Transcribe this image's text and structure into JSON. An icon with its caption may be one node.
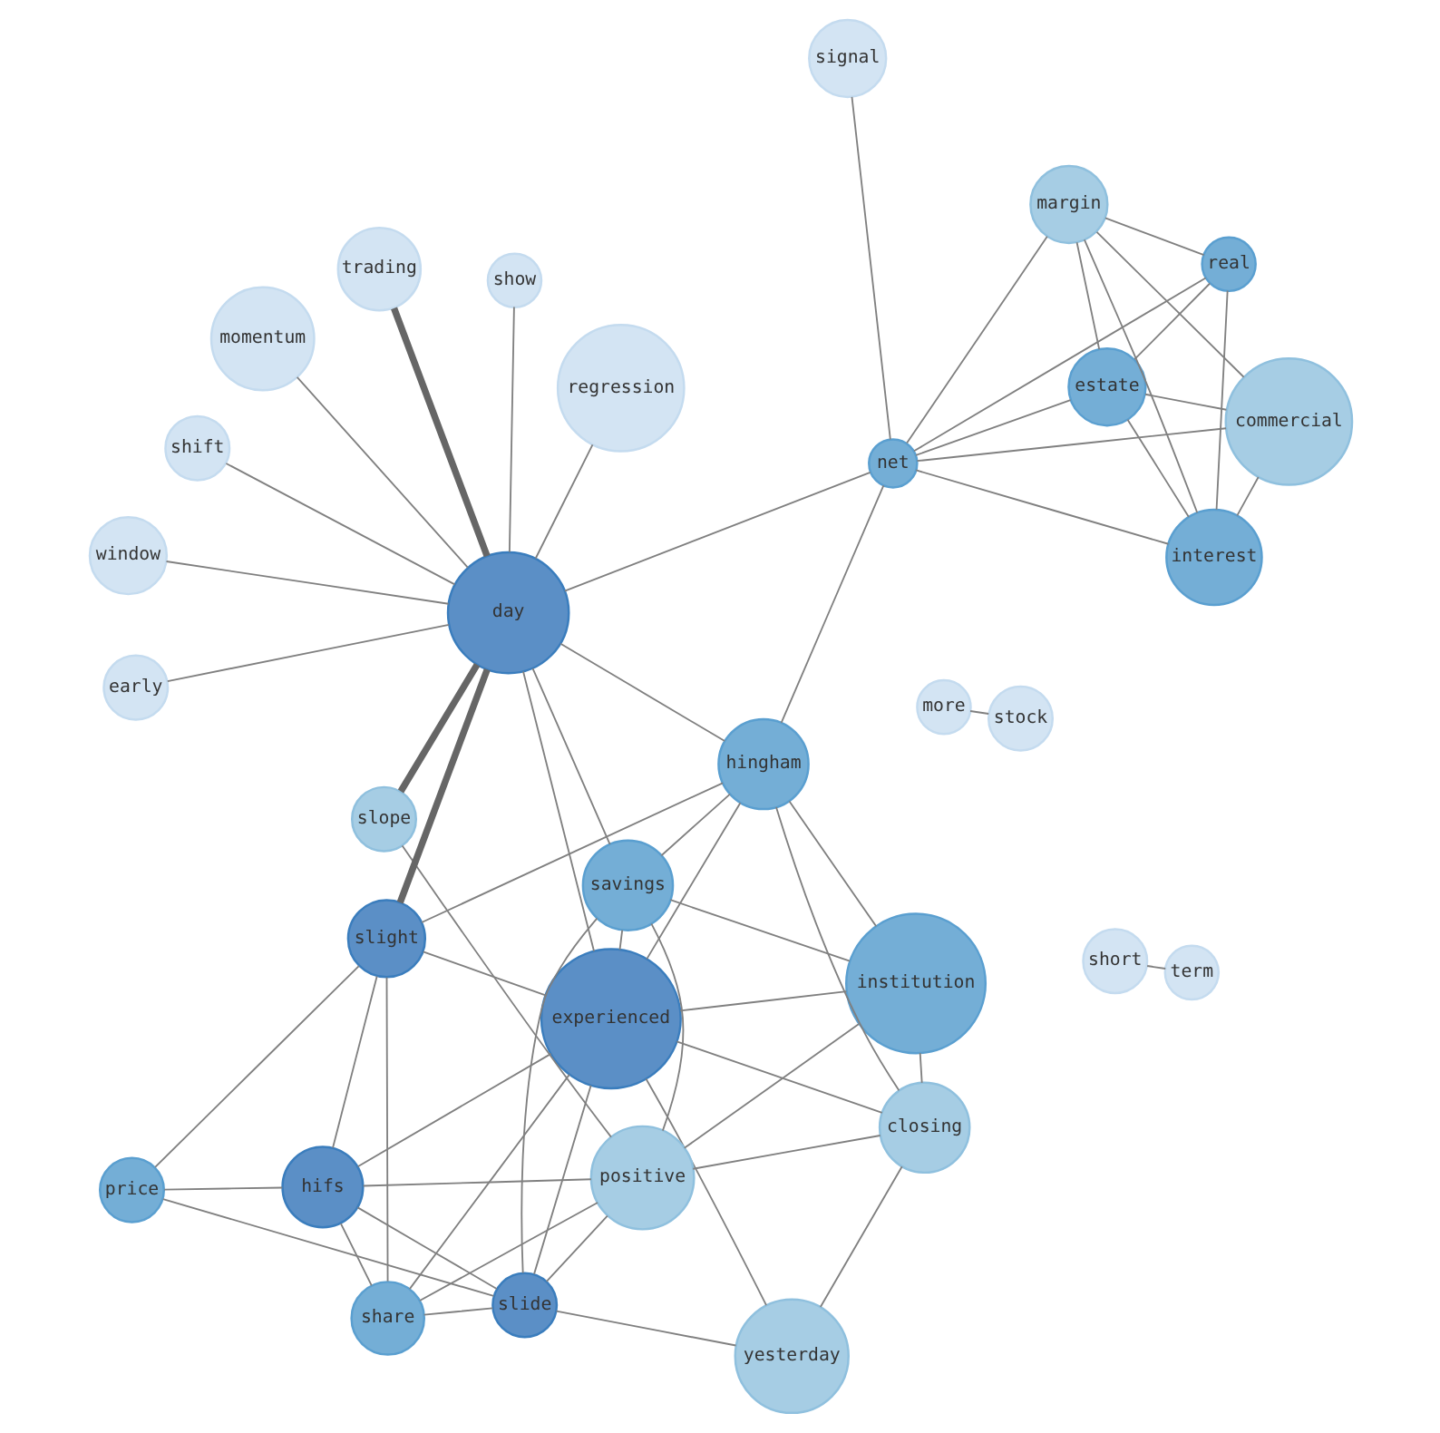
{
  "diagram": {
    "nodes": [
      {
        "text": [
          "more"
        ]
      },
      {
        "text": [
          "shift"
        ]
      },
      {
        "text": [
          "yesterday"
        ]
      },
      {
        "text": [
          "early"
        ]
      },
      {
        "text": [
          "stock"
        ]
      },
      {
        "text": [
          "momentum"
        ]
      },
      {
        "text": [
          "show"
        ]
      },
      {
        "text": [
          "experienced"
        ]
      },
      {
        "text": [
          "window"
        ]
      },
      {
        "text": [
          "slide"
        ]
      },
      {
        "text": [
          "positive"
        ]
      },
      {
        "text": [
          "regression"
        ]
      },
      {
        "text": [
          "savings"
        ]
      },
      {
        "text": [
          "day"
        ]
      },
      {
        "text": [
          "short"
        ]
      },
      {
        "text": [
          "net"
        ]
      },
      {
        "text": [
          "slight"
        ]
      },
      {
        "text": [
          "slope"
        ]
      },
      {
        "text": [
          "hingham"
        ]
      },
      {
        "text": [
          "institution"
        ]
      },
      {
        "text": [
          "price"
        ]
      },
      {
        "text": [
          "signal"
        ]
      },
      {
        "text": [
          "share"
        ]
      },
      {
        "text": [
          "hifs"
        ]
      },
      {
        "text": [
          "closing"
        ]
      },
      {
        "text": [
          "trading"
        ]
      },
      {
        "text": [
          "real"
        ]
      },
      {
        "text": [
          "margin"
        ]
      },
      {
        "text": [
          "term"
        ]
      },
      {
        "text": [
          "interest"
        ]
      },
      {
        "text": [
          "commercial"
        ]
      },
      {
        "text": [
          "estate"
        ]
      }
    ],
    "edges": [
      {
        "from": 0,
        "to": 4,
        "arrow": "none"
      },
      {
        "from": 1,
        "to": 13,
        "arrow": "none"
      },
      {
        "from": 3,
        "to": 13,
        "arrow": "none"
      },
      {
        "from": 2,
        "to": 7,
        "arrow": "none"
      },
      {
        "from": 2,
        "to": 9,
        "arrow": "none"
      },
      {
        "from": 2,
        "to": 24,
        "arrow": "none"
      },
      {
        "from": 5,
        "to": 13,
        "arrow": "none"
      },
      {
        "from": 6,
        "to": 13,
        "arrow": "none"
      },
      {
        "from": 8,
        "to": 13,
        "arrow": "none"
      },
      {
        "from": 11,
        "to": 13,
        "arrow": "none"
      },
      {
        "from": 7,
        "to": 13,
        "arrow": "none"
      },
      {
        "from": 7,
        "to": 9,
        "arrow": "none"
      },
      {
        "from": 7,
        "to": 12,
        "arrow": "none"
      },
      {
        "from": 7,
        "to": 16,
        "arrow": "none"
      },
      {
        "from": 7,
        "to": 22,
        "arrow": "none"
      },
      {
        "from": 7,
        "to": 23,
        "arrow": "none"
      },
      {
        "from": 7,
        "to": 24,
        "arrow": "none"
      },
      {
        "from": 7,
        "to": 19,
        "arrow": "none"
      },
      {
        "from": 7,
        "to": 18,
        "arrow": "none"
      },
      {
        "from": 9,
        "to": 10,
        "arrow": "none"
      },
      {
        "from": 9,
        "to": 12,
        "arrow": "none"
      },
      {
        "from": 9,
        "to": 20,
        "arrow": "none"
      },
      {
        "from": 9,
        "to": 22,
        "arrow": "none"
      },
      {
        "from": 9,
        "to": 23,
        "arrow": "none"
      },
      {
        "from": 10,
        "to": 12,
        "arrow": "none"
      },
      {
        "from": 10,
        "to": 17,
        "arrow": "none"
      },
      {
        "from": 10,
        "to": 23,
        "arrow": "none"
      },
      {
        "from": 10,
        "to": 22,
        "arrow": "none"
      },
      {
        "from": 10,
        "to": 19,
        "arrow": "none"
      },
      {
        "from": 10,
        "to": 24,
        "arrow": "none"
      },
      {
        "from": 17,
        "to": 13,
        "arrow": "none",
        "style": "thick"
      },
      {
        "from": 12,
        "to": 13,
        "arrow": "none"
      },
      {
        "from": 12,
        "to": 18,
        "arrow": "none"
      },
      {
        "from": 12,
        "to": 19,
        "arrow": "none"
      },
      {
        "from": 16,
        "to": 13,
        "arrow": "none",
        "style": "thick"
      },
      {
        "from": 16,
        "to": 18,
        "arrow": "none"
      },
      {
        "from": 16,
        "to": 22,
        "arrow": "none"
      },
      {
        "from": 16,
        "to": 23,
        "arrow": "none"
      },
      {
        "from": 16,
        "to": 20,
        "arrow": "none"
      },
      {
        "from": 13,
        "to": 15,
        "arrow": "none"
      },
      {
        "from": 13,
        "to": 18,
        "arrow": "none"
      },
      {
        "from": 13,
        "to": 25,
        "arrow": "none",
        "style": "thick"
      },
      {
        "from": 15,
        "to": 18,
        "arrow": "none"
      },
      {
        "from": 15,
        "to": 21,
        "arrow": "none"
      },
      {
        "from": 15,
        "to": 26,
        "arrow": "none"
      },
      {
        "from": 15,
        "to": 27,
        "arrow": "none"
      },
      {
        "from": 15,
        "to": 29,
        "arrow": "none"
      },
      {
        "from": 15,
        "to": 30,
        "arrow": "none"
      },
      {
        "from": 15,
        "to": 31,
        "arrow": "none"
      },
      {
        "from": 14,
        "to": 28,
        "arrow": "none"
      },
      {
        "from": 18,
        "to": 19,
        "arrow": "none"
      },
      {
        "from": 24,
        "to": 18,
        "arrow": "none"
      },
      {
        "from": 24,
        "to": 19,
        "arrow": "none"
      },
      {
        "from": 20,
        "to": 23,
        "arrow": "none"
      },
      {
        "from": 22,
        "to": 23,
        "arrow": "none"
      },
      {
        "from": 26,
        "to": 27,
        "arrow": "none"
      },
      {
        "from": 26,
        "to": 29,
        "arrow": "none"
      },
      {
        "from": 26,
        "to": 31,
        "arrow": "none"
      },
      {
        "from": 27,
        "to": 31,
        "arrow": "none"
      },
      {
        "from": 27,
        "to": 29,
        "arrow": "none"
      },
      {
        "from": 27,
        "to": 30,
        "arrow": "none"
      },
      {
        "from": 29,
        "to": 30,
        "arrow": "none"
      },
      {
        "from": 29,
        "to": 31,
        "arrow": "none"
      },
      {
        "from": 30,
        "to": 31,
        "arrow": "none"
      }
    ]
  }
}
